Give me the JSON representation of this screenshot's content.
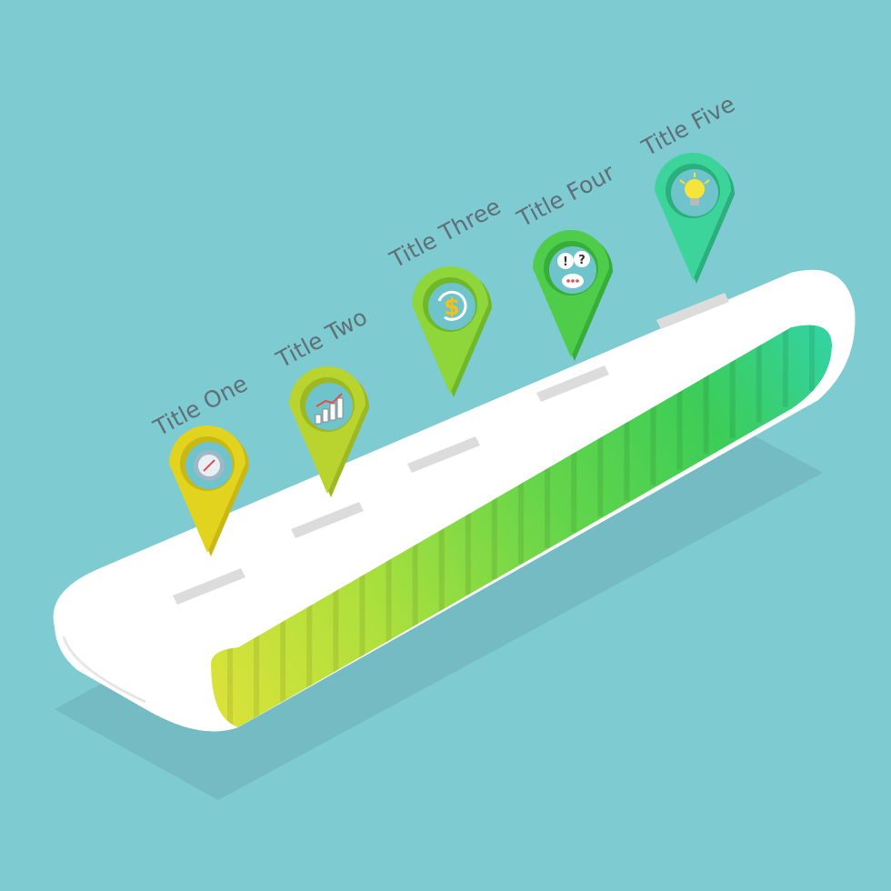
{
  "colors": {
    "background": "#7ecbd2",
    "shadow": "#72b9c1",
    "belt_top": "#ffffff",
    "belt_edge": "#e6e6e6",
    "dash": "#dcdcdc",
    "title_text": "#5f6f78"
  },
  "milestones": [
    {
      "title": "Title One",
      "icon": "speedometer-icon",
      "color": "#e2d31f",
      "dark": "#c9b814"
    },
    {
      "title": "Title Two",
      "icon": "growth-chart-icon",
      "color": "#b9d42e",
      "dark": "#9cb822"
    },
    {
      "title": "Title Three",
      "icon": "dollar-cycle-icon",
      "color": "#8ed63a",
      "dark": "#6fb82a"
    },
    {
      "title": "Title Four",
      "icon": "chat-questions-icon",
      "color": "#4fcd4a",
      "dark": "#36ae38"
    },
    {
      "title": "Title Five",
      "icon": "lightbulb-icon",
      "color": "#3cd49a",
      "dark": "#29b07c"
    }
  ],
  "belt_gradient": [
    "#d9e23a",
    "#aee03c",
    "#64d54a",
    "#3ccd58",
    "#33d3a0"
  ]
}
